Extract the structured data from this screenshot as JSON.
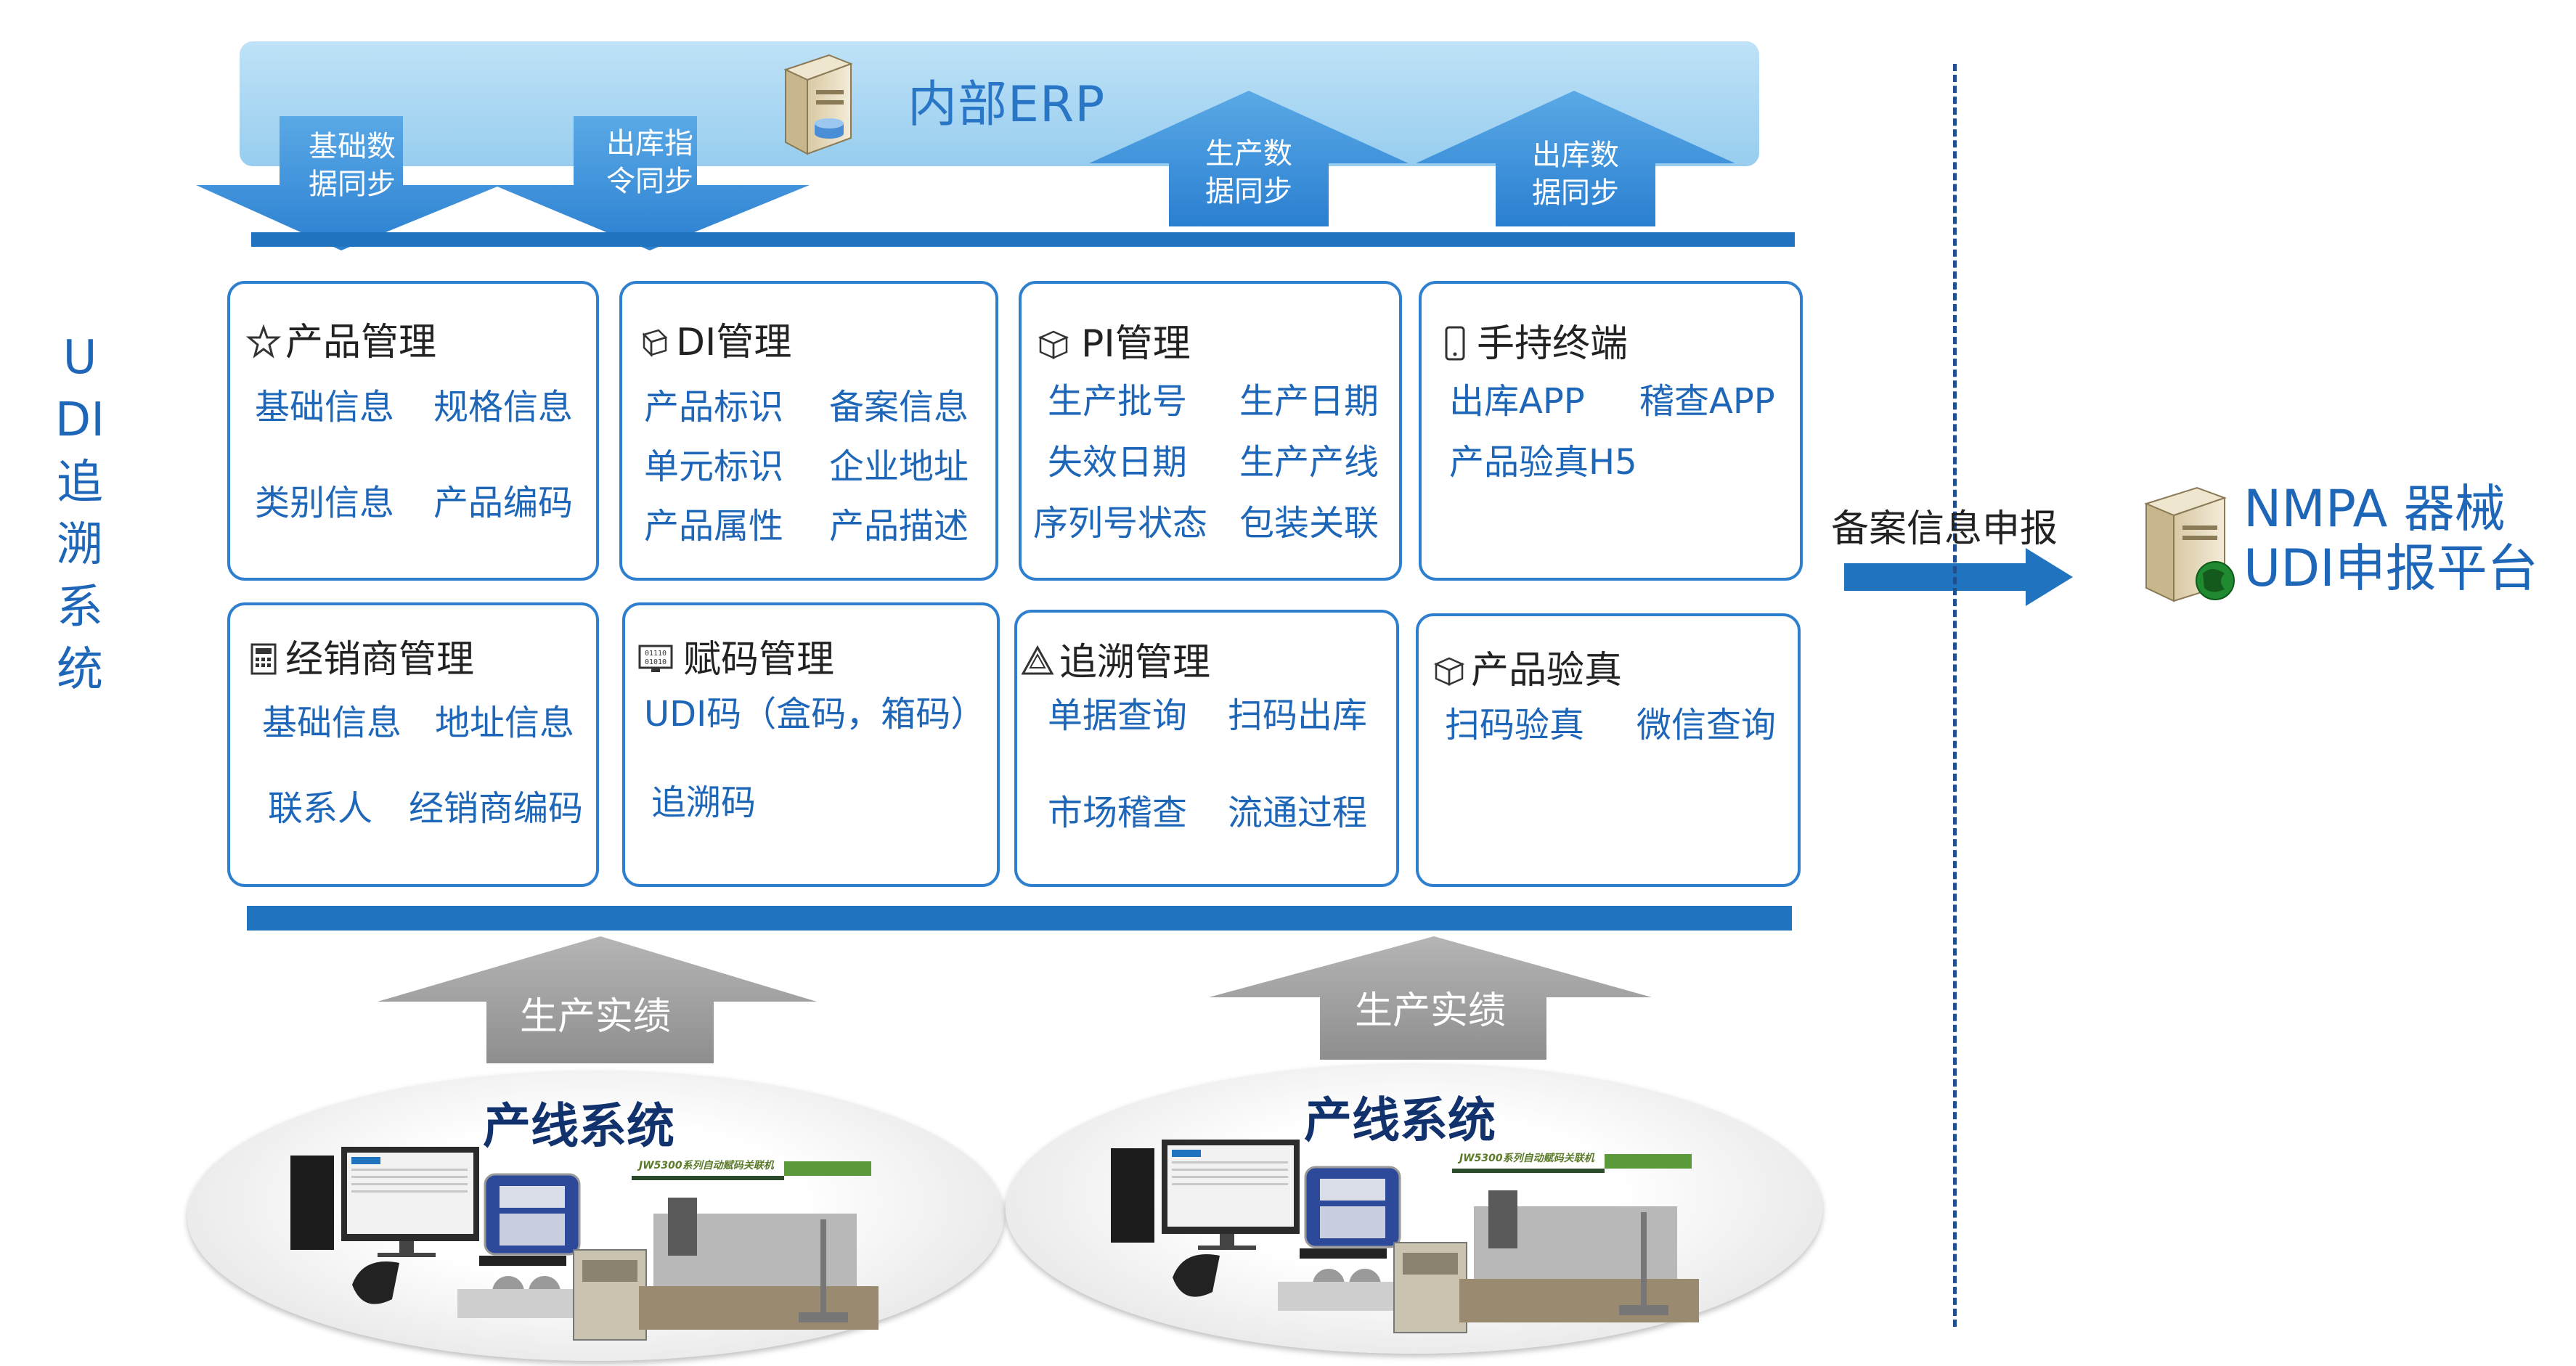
{
  "left_label": "UDI追溯系统",
  "erp": {
    "title": "内部ERP"
  },
  "sync_arrows": {
    "down": [
      {
        "line1": "基础数",
        "line2": "据同步"
      },
      {
        "line1": "出库指",
        "line2": "令同步"
      }
    ],
    "up": [
      {
        "line1": "生产数",
        "line2": "据同步"
      },
      {
        "line1": "出库数",
        "line2": "据同步"
      }
    ]
  },
  "modules": {
    "product": {
      "title": "产品管理",
      "items": [
        "基础信息",
        "规格信息",
        "类别信息",
        "产品编码"
      ]
    },
    "di": {
      "title": "DI管理",
      "items": [
        "产品标识",
        "备案信息",
        "单元标识",
        "企业地址",
        "产品属性",
        "产品描述"
      ]
    },
    "pi": {
      "title": "PI管理",
      "items": [
        "生产批号",
        "生产日期",
        "失效日期",
        "生产产线",
        "序列号状态",
        "包装关联"
      ]
    },
    "handheld": {
      "title": "手持终端",
      "items": [
        "出库APP",
        "稽查APP",
        "产品验真H5"
      ]
    },
    "dealer": {
      "title": "经销商管理",
      "items": [
        "基础信息",
        "地址信息",
        "联系人",
        "经销商编码"
      ]
    },
    "coding": {
      "title": "赋码管理",
      "items": [
        "UDI码（盒码，箱码）",
        "追溯码"
      ]
    },
    "trace": {
      "title": "追溯管理",
      "items": [
        "单据查询",
        "扫码出库",
        "市场稽查",
        "流通过程"
      ]
    },
    "verify": {
      "title": "产品验真",
      "items": [
        "扫码验真",
        "微信查询"
      ]
    }
  },
  "production": {
    "arrow_label": "生产实绩",
    "system_title": "产线系统",
    "machine_text": "JW5300系列自动赋码关联机"
  },
  "report": {
    "label": "备案信息申报"
  },
  "nmpa": {
    "line1": "NMPA 器械",
    "line2": "UDI申报平台"
  },
  "colors": {
    "primary_blue": "#1f73bf",
    "erp_bar": "#a9d6f3",
    "arrow_blue": "#2d86d2",
    "gray_arrow": "#9a9a9a",
    "text_blue": "#1e66b8"
  }
}
